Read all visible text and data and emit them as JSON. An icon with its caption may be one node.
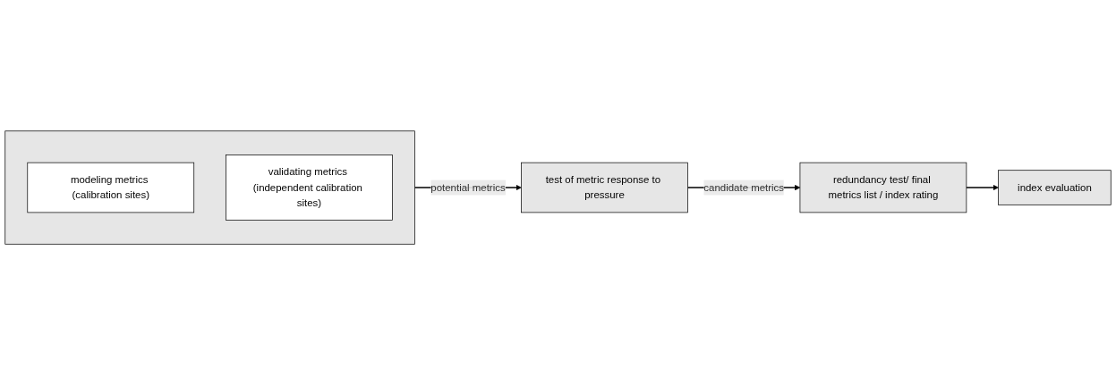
{
  "diagram": {
    "nodes": [
      {
        "text": [],
        "shape": "box"
      },
      {
        "text": [
          "modeling metrics (calibration sites)"
        ],
        "in": 0
      },
      {
        "text": [
          "validating metrics (independent calibration sites)"
        ],
        "in": 0
      },
      {
        "text": [
          "test of metric response to pressure"
        ]
      },
      {
        "text": [
          "redundancy test/ final metrics list / index rating"
        ]
      },
      {
        "text": [
          "index evaluation"
        ]
      }
    ],
    "edges": [
      {
        "from": 0,
        "to": 3,
        "arrow": "to",
        "label": "potential metrics"
      },
      {
        "from": 3,
        "to": 4,
        "arrow": "to",
        "label": "candidate metrics"
      },
      {
        "from": 4,
        "to": 5,
        "arrow": "to"
      }
    ]
  }
}
